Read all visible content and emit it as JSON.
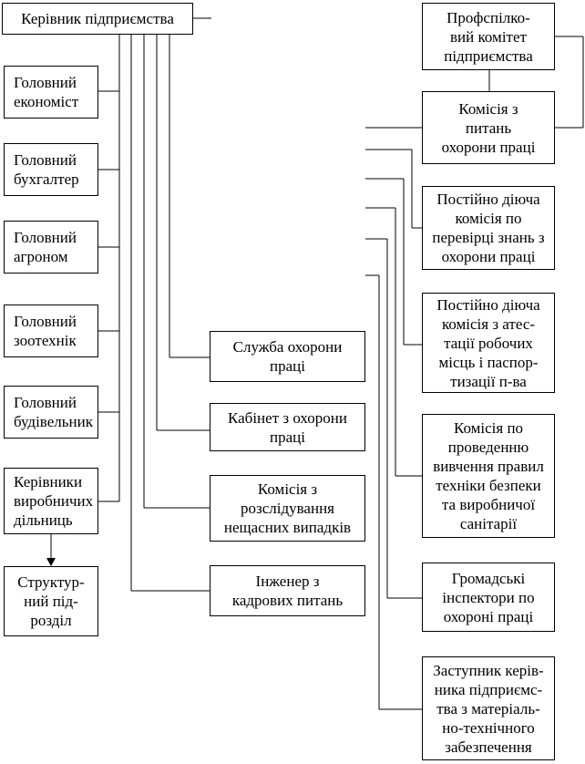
{
  "boxes": {
    "head": "Керівник підприємства",
    "economist": "Головний\nекономіст",
    "accountant": "Головний\nбухгалтер",
    "agronomist": "Головний\nагроном",
    "zootechnician": "Головний\nзоотехнік",
    "builder": "Головний\nбудівельник",
    "site_managers": "Керівники\nвиробничих\nдільниць",
    "structural_unit": "Структур-\nний під-\nрозділ",
    "safety_service": "Служба охорони\nпраці",
    "safety_cabinet": "Кабінет з охорони\nпраці",
    "accident_commission": "Комісія з\nрозслідування\nнещасних випадків",
    "hr_engineer": "Інженер з\nкадрових питань",
    "trade_union": "Профспілко-\nвий комітет\nпідприємства",
    "labor_commission": "Комісія з\nпитань\nохорони праці",
    "knowledge_commission": "Постійно діюча\nкомісія по\nперевірці знань з\nохорони праці",
    "attestation_commission": "Постійно діюча\nкомісія з  атес-\nтації робочих\nмісць і паспор-\nтизації п-ва",
    "rules_commission": "Комісія по\nпроведенню\nвивчення правил\nтехніки безпеки\nта виробничої\nсанітарії",
    "public_inspectors": "Громадські\nінспектори по\nохороні праці",
    "deputy_head": "Заступник керів-\nника підприємс-\nтва з матеріаль-\nно-технічного\nзабезпечення"
  },
  "colors": {
    "line": "#000000",
    "box_border": "#000000",
    "background": "#ffffff"
  }
}
